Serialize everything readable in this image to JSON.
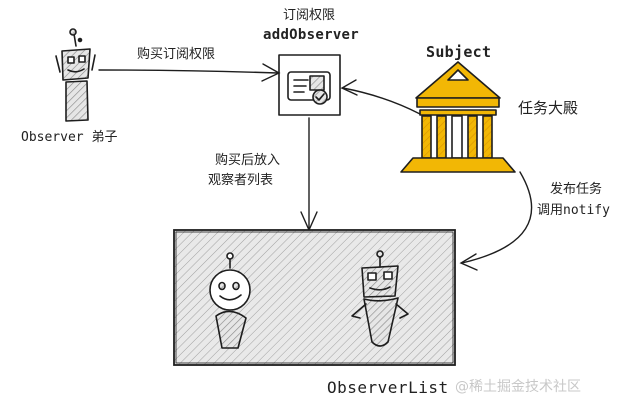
{
  "labels": {
    "subscribe_title": "订阅权限",
    "subscribe_method": "addObserver",
    "buy_subscribe": "购买订阅权限",
    "observer_disciple": "Observer 弟子",
    "subject": "Subject",
    "mission_hall": "任务大殿",
    "add_to_list_line1": "购买后放入",
    "add_to_list_line2": "观察者列表",
    "publish_line1": "发布任务",
    "publish_line2": "调用notify",
    "observer_list": "ObserverList"
  },
  "watermark": "@稀土掘金技术社区",
  "colors": {
    "accent": "#f2b705",
    "accent_dark": "#c98a00",
    "hatch_fill": "#d9d9d9",
    "stroke": "#1e1e1e",
    "watermark": "#c8c8c8"
  },
  "icons": [
    "robot-observer-icon",
    "certificate-icon",
    "temple-icon",
    "robot-round-icon",
    "robot-square-icon"
  ]
}
